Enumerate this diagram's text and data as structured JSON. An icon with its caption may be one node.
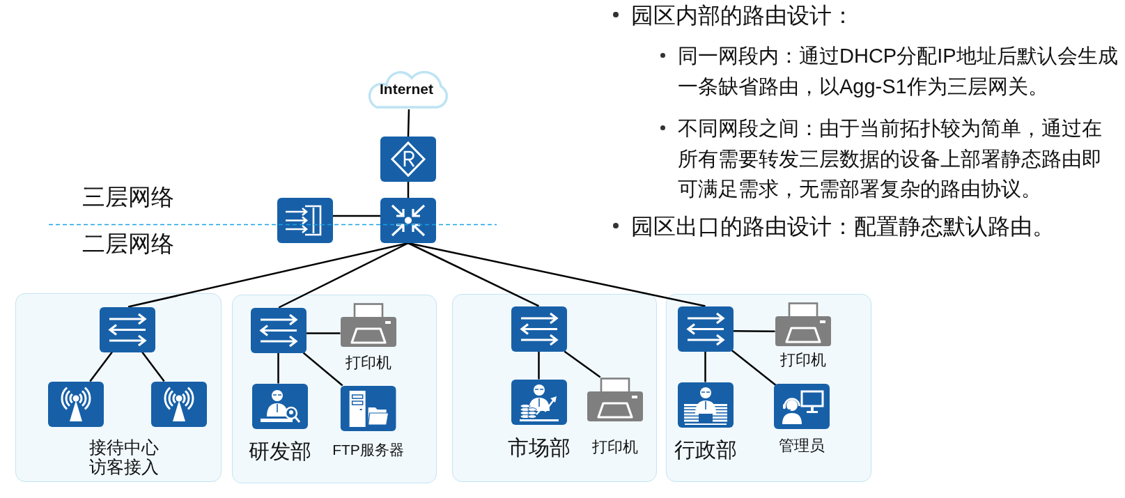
{
  "diagram": {
    "nodes": [
      {
        "text": [
          "Internet"
        ]
      },
      {
        "text": [],
        "shape": "picture"
      },
      {
        "text": [],
        "shape": "picture"
      },
      {
        "text": [],
        "shape": "picture"
      },
      {
        "text": [
          "接待中心访客接入"
        ]
      },
      {
        "text": [],
        "shape": "picture",
        "in": 4
      },
      {
        "text": [],
        "shape": "picture",
        "in": 4
      },
      {
        "text": [],
        "shape": "picture",
        "in": 4
      },
      {
        "text": [],
        "shape": "box"
      },
      {
        "text": [],
        "shape": "picture",
        "in": 8
      },
      {
        "text": [
          "打印机"
        ],
        "in": 8
      },
      {
        "text": [
          "研发部"
        ],
        "in": 8
      },
      {
        "text": [
          "FTP服务器"
        ],
        "in": 8
      },
      {
        "text": [],
        "shape": "box"
      },
      {
        "text": [],
        "shape": "picture",
        "in": 13
      },
      {
        "text": [
          "市场部"
        ],
        "in": 13
      },
      {
        "text": [
          "打印机"
        ],
        "in": 13
      },
      {
        "text": [],
        "shape": "box"
      },
      {
        "text": [],
        "shape": "picture",
        "in": 17
      },
      {
        "text": [
          "打印机"
        ],
        "in": 17
      },
      {
        "text": [
          "行政部"
        ],
        "in": 17
      },
      {
        "text": [
          "管理员"
        ],
        "in": 17
      }
    ],
    "edges": [
      {
        "from": 0,
        "to": 1,
        "arrow": "none"
      },
      {
        "from": 1,
        "to": 3,
        "arrow": "none"
      },
      {
        "from": 2,
        "to": 3,
        "arrow": "none"
      },
      {
        "from": 3,
        "to": 5,
        "arrow": "none"
      },
      {
        "from": 3,
        "to": 9,
        "arrow": "none"
      },
      {
        "from": 3,
        "to": 14,
        "arrow": "none"
      },
      {
        "from": 3,
        "to": 18,
        "arrow": "none"
      },
      {
        "from": 5,
        "to": 6,
        "arrow": "none"
      },
      {
        "from": 5,
        "to": 7,
        "arrow": "none"
      },
      {
        "from": 9,
        "to": 10,
        "arrow": "none"
      },
      {
        "from": 9,
        "to": 11,
        "arrow": "none"
      },
      {
        "from": 9,
        "to": 12,
        "arrow": "none"
      },
      {
        "from": 14,
        "to": 15,
        "arrow": "none"
      },
      {
        "from": 14,
        "to": 16,
        "arrow": "none"
      },
      {
        "from": 18,
        "to": 19,
        "arrow": "none"
      },
      {
        "from": 18,
        "to": 20,
        "arrow": "none"
      },
      {
        "from": 18,
        "to": 21,
        "arrow": "none"
      }
    ],
    "labels": [
      "园区内部的路由设计：",
      "同一网段内：通过DHCP分配IP地址后默认会生成一条缺省路由，以Agg-S1作为三层网关。",
      "不同网段之间：由于当前拓扑较为简单，通过在所有需要转发三层数据的设备上部署静态路由即可满足需求，无需部署复杂的路由协议。",
      "园区出口的路由设计：配置静态默认路由。",
      "三层网络",
      "二层网络"
    ]
  }
}
